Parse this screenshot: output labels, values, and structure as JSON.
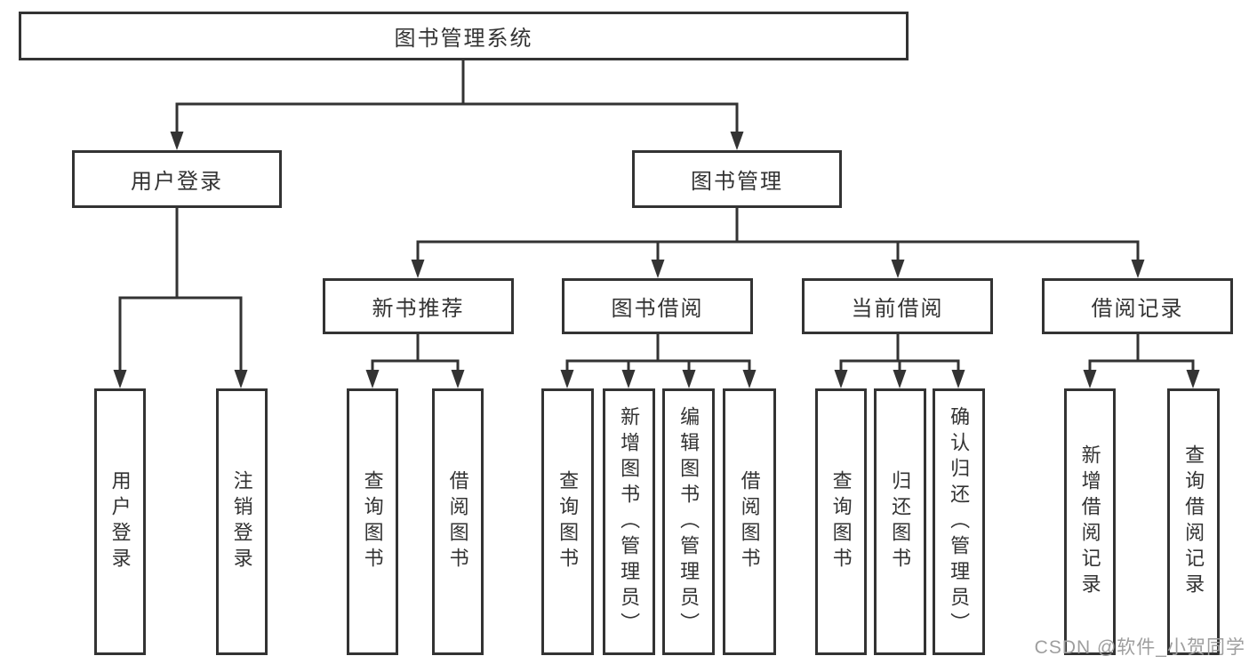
{
  "diagram": {
    "title": "图书管理系统",
    "nodes": {
      "root": "图书管理系统",
      "user_login_branch": "用户登录",
      "book_management": "图书管理",
      "new_book_recommend": "新书推荐",
      "book_borrowing": "图书借阅",
      "current_borrowing": "当前借阅",
      "borrowing_records": "借阅记录",
      "user_login": "用户登录",
      "logout": "注销登录",
      "query_book_recommend": "查询图书",
      "borrow_book_recommend": "借阅图书",
      "query_book_borrowing": "查询图书",
      "add_book_admin": "新增图书（管理员）",
      "edit_book_admin": "编辑图书（管理员）",
      "borrow_book_borrowing": "借阅图书",
      "query_book_current": "查询图书",
      "return_book": "归还图书",
      "confirm_return_admin": "确认归还（管理员）",
      "add_borrow_record": "新增借阅记录",
      "query_borrow_record": "查询借阅记录"
    },
    "colors": {
      "line": "#333333",
      "background": "#ffffff",
      "watermark": "#9e9e9e"
    }
  },
  "watermark": {
    "text": "CSDN @软件_小贺同学"
  }
}
